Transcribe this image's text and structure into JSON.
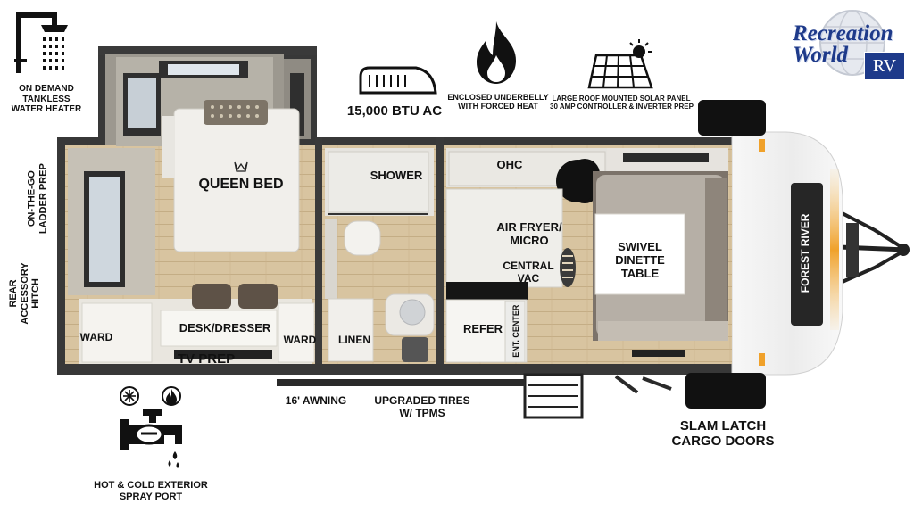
{
  "brand": {
    "name": "Recreation World",
    "line1": "Recreation",
    "line2": "World",
    "badge": "RV",
    "color": "#1e3a8a"
  },
  "coach_brand": "FOREST RIVER",
  "features": {
    "water_heater": [
      "ON DEMAND",
      "TANKLESS",
      "WATER HEATER"
    ],
    "ac": "15,000 BTU AC",
    "underbelly": [
      "ENCLOSED UNDERBELLY",
      "WITH FORCED HEAT"
    ],
    "solar": [
      "LARGE ROOF MOUNTED SOLAR PANEL",
      "30 AMP CONTROLLER & INVERTER PREP"
    ],
    "ladder": [
      "ON-THE-GO",
      "LADDER PREP"
    ],
    "hitch": [
      "REAR",
      "ACCESSORY",
      "HITCH"
    ],
    "spray_port": [
      "HOT & COLD EXTERIOR",
      "SPRAY PORT"
    ],
    "awning": "16' AWNING",
    "tires": [
      "UPGRADED TIRES",
      "W/ TPMS"
    ],
    "cargo": [
      "SLAM LATCH",
      "CARGO DOORS"
    ]
  },
  "rooms": {
    "bed": "QUEEN BED",
    "shower": "SHOWER",
    "ohc": "OHC",
    "air_fryer": [
      "AIR FRYER/",
      "MICRO"
    ],
    "vac": [
      "CENTRAL",
      "VAC"
    ],
    "dinette": [
      "SWIVEL",
      "DINETTE",
      "TABLE"
    ],
    "ward_left": "WARD",
    "desk": "DESK/DRESSER",
    "ward_right": "WARD",
    "tv": "TV PREP",
    "linen": "LINEN",
    "refer": "REFER",
    "ent_center": "ENT. CENTER"
  },
  "icons": {
    "water_heater": "shower-head-icon",
    "ac": "ac-unit-icon",
    "underbelly": "flame-icon",
    "solar": "solar-panel-icon",
    "spray_port": "faucet-icon",
    "snowflake": "snowflake-icon",
    "heat": "flame-small-icon"
  },
  "colors": {
    "wall": "#2b2b2b",
    "floor": "#d9c7a5",
    "carpet": "#e4e1da",
    "seat": "#8b8178",
    "accent_amber": "#f0a12a"
  }
}
